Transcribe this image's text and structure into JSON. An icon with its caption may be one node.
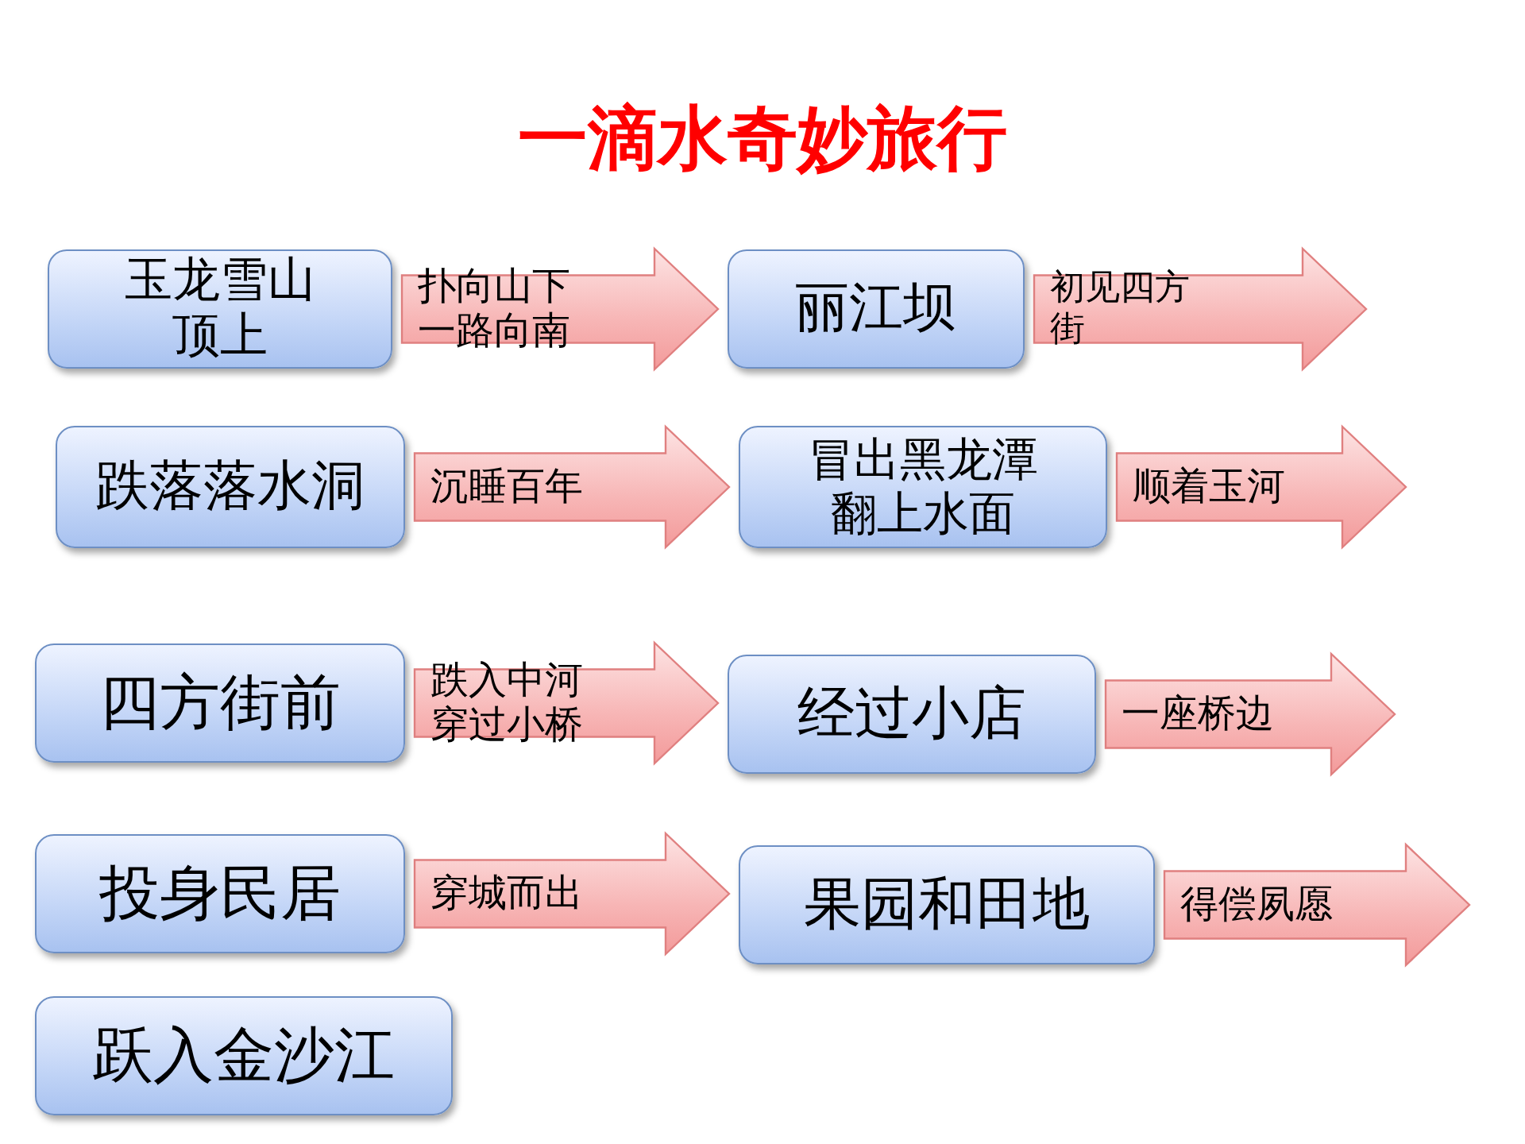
{
  "diagram": {
    "title": "一滴水奇妙旅行",
    "nodes": [
      {
        "text": [
          "玉龙雪山顶上"
        ]
      },
      {
        "text": [
          "丽江坝"
        ]
      },
      {
        "text": [
          "跌落落水洞"
        ]
      },
      {
        "text": [
          "冒出黑龙潭翻上水面"
        ]
      },
      {
        "text": [
          "四方街前"
        ]
      },
      {
        "text": [
          "经过小店"
        ]
      },
      {
        "text": [
          "投身民居"
        ]
      },
      {
        "text": [
          "果园和田地"
        ]
      },
      {
        "text": [
          "跃入金沙江"
        ]
      }
    ],
    "edges": [
      {
        "from": 0,
        "to": 1,
        "arrow": "to",
        "label": "扑向山下一路向南"
      },
      {
        "from": 1,
        "to": null,
        "arrow": "to",
        "label": "初见四方街"
      },
      {
        "from": 2,
        "to": 3,
        "arrow": "to",
        "label": "沉睡百年"
      },
      {
        "from": 3,
        "to": null,
        "arrow": "to",
        "label": "顺着玉河"
      },
      {
        "from": 4,
        "to": 5,
        "arrow": "to",
        "label": "跌入中河穿过小桥"
      },
      {
        "from": 5,
        "to": null,
        "arrow": "to",
        "label": "一座桥边"
      },
      {
        "from": 6,
        "to": 7,
        "arrow": "to",
        "label": "穿城而出"
      },
      {
        "from": 7,
        "to": null,
        "arrow": "to",
        "label": "得偿夙愿"
      }
    ]
  }
}
